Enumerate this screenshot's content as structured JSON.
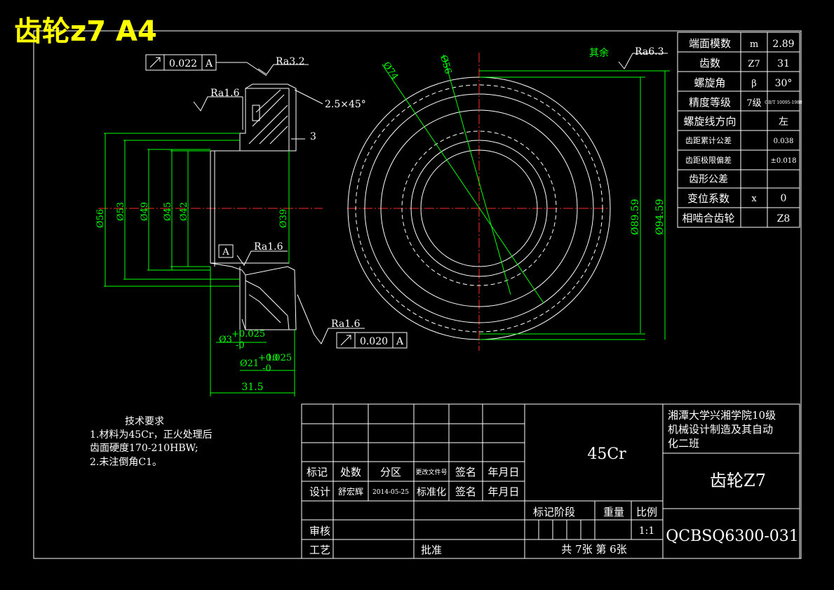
{
  "title": "齿轮z7  A4",
  "params": [
    {
      "name": "端面模数",
      "sym": "m",
      "val": "2.89"
    },
    {
      "name": "齿数",
      "sym": "Z7",
      "val": "31"
    },
    {
      "name": "螺旋角",
      "sym": "β",
      "val": "30°"
    },
    {
      "name": "精度等级",
      "sym": "7级",
      "val": "GB/T 10095-1988"
    },
    {
      "name": "螺旋线方向",
      "sym": "",
      "val": "左"
    },
    {
      "name": "齿距累计公差",
      "sym": "",
      "val": "0.038"
    },
    {
      "name": "齿距极限偏差",
      "sym": "",
      "val": "±0.018"
    },
    {
      "name": "齿形公差",
      "sym": "",
      "val": ""
    },
    {
      "name": "变位系数",
      "sym": "x",
      "val": "0"
    },
    {
      "name": "相啮合齿轮",
      "sym": "",
      "val": "Z8"
    }
  ],
  "annotations": {
    "runout_top_tol": "0.022",
    "runout_top_datum": "A",
    "ra_top": "Ra3.2",
    "ra_left": "Ra1.6",
    "chamfer": "2.5×45°",
    "dim_3": "3",
    "ra_bore": "Ra1.6",
    "datum_a": "A",
    "ra_bottom": "Ra1.6",
    "runout_bottom_tol": "0.020",
    "runout_bottom_datum": "A",
    "remaining_label": "其余",
    "ra_remaining": "Ra6.3",
    "d56": "Ø56",
    "d53": "Ø53",
    "d49": "Ø49",
    "d45": "Ø45",
    "d42": "Ø42",
    "d39": "Ø39",
    "d3": "Ø3",
    "d3_tol_upper": "+0.025",
    "d3_tol_lower": "-0",
    "d21": "Ø21",
    "d21_tol_upper": "+0.025",
    "d21_tol_lower": "-0",
    "d21_extra": "10",
    "len_31_5": "31.5",
    "d74": "Ø74",
    "d56_side": "Ø56",
    "d89_59": "Ø89.59",
    "d94_59": "Ø94.59"
  },
  "tech": {
    "heading": "技术要求",
    "line1": "1.材料为45Cr，正火处理后",
    "line2": "齿面硬度170-210HBW;",
    "line3": "2.未注倒角C1。"
  },
  "title_block": {
    "material": "45Cr",
    "school_line1": "湘潭大学兴湘学院10级",
    "school_line2": "机械设计制造及其自动",
    "school_line3": "化二班",
    "part_name": "齿轮Z7",
    "drawing_no": "QCBSQ6300-031",
    "mark": "标记",
    "count": "处数",
    "zone": "分区",
    "change_doc": "更改文件号",
    "sign": "签名",
    "date": "年月日",
    "design": "设计",
    "designer": "舒宏辉",
    "design_date": "2014-05-25",
    "standard": "标准化",
    "sign2": "签名",
    "date2": "年月日",
    "stage": "标记阶段",
    "weight": "重量",
    "ratio": "比例",
    "scale": "1:1",
    "review": "审核",
    "process": "工艺",
    "approve": "批准",
    "sheets": "共 7张   第 6张"
  }
}
